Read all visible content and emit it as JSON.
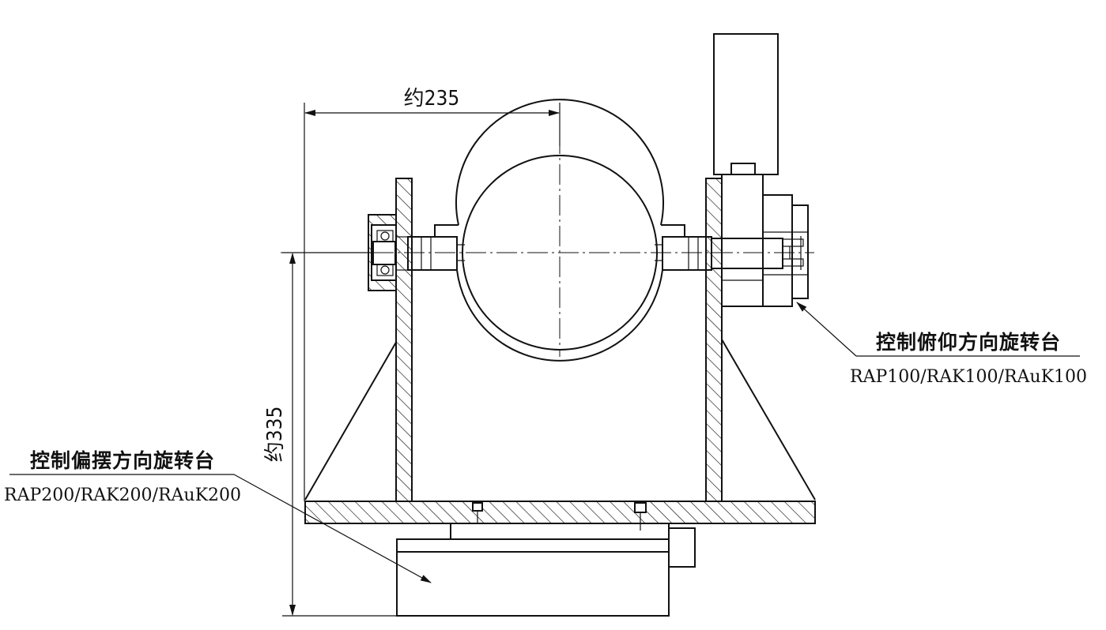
{
  "dimensions": {
    "width_label": "约235",
    "height_label": "约335"
  },
  "callouts": {
    "pitch": {
      "title": "控制俯仰方向旋转台",
      "models": "RAP100/RAK100/RAuK100"
    },
    "yaw": {
      "title": "控制偏摆方向旋转台",
      "models": "RAP200/RAK200/RAuK200"
    }
  }
}
